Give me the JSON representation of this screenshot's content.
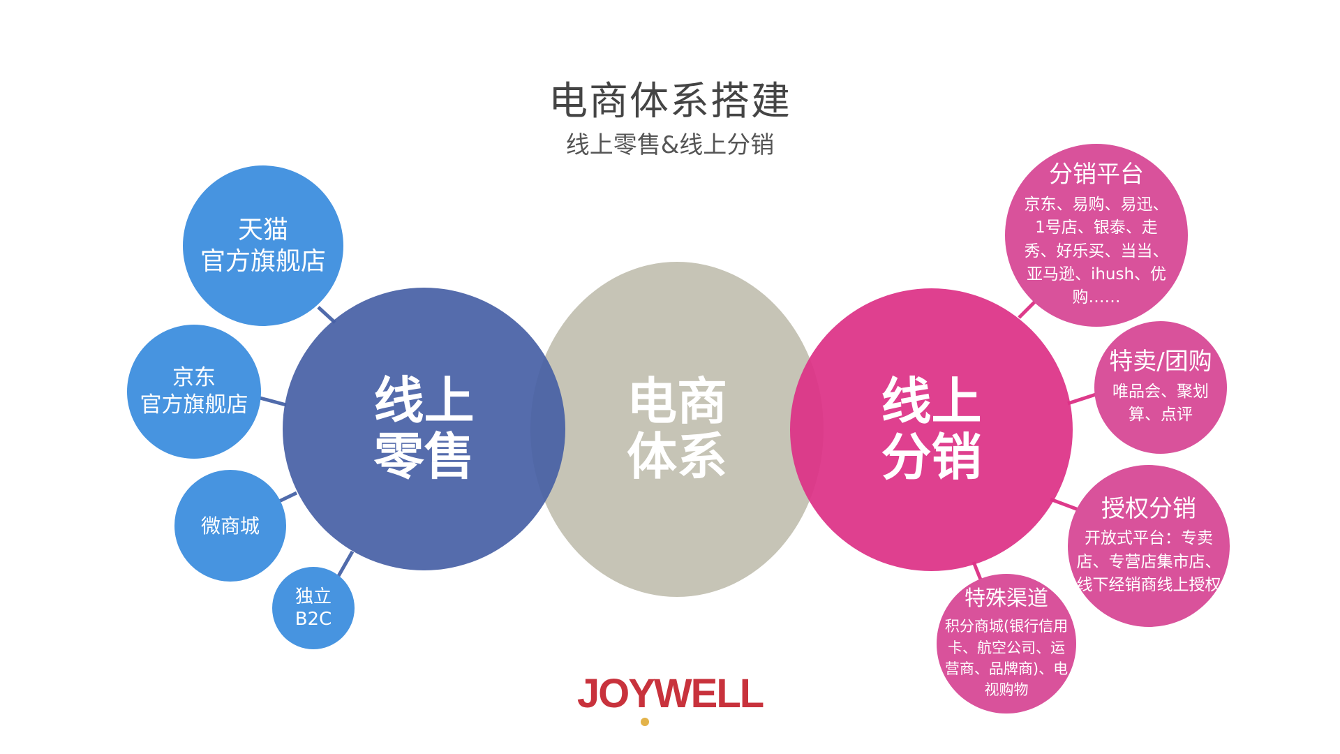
{
  "title": "电商体系搭建",
  "subtitle": "线上零售&线上分销",
  "center": {
    "line1": "电商",
    "line2": "体系"
  },
  "left_hub": {
    "line1": "线上",
    "line2": "零售"
  },
  "right_hub": {
    "line1": "线上",
    "line2": "分销"
  },
  "left_items": [
    {
      "line1": "天猫",
      "line2": "官方旗舰店"
    },
    {
      "line1": "京东",
      "line2": "官方旗舰店"
    },
    {
      "line1": "微商城",
      "line2": ""
    },
    {
      "line1": "独立",
      "line2": "B2C"
    }
  ],
  "right_items": [
    {
      "title": "分销平台",
      "body": "京东、易购、易迅、1号店、银泰、走秀、好乐买、当当、亚马逊、ihush、优购……"
    },
    {
      "title": "特卖/团购",
      "body": "唯品会、聚划算、点评"
    },
    {
      "title": "授权分销",
      "body": "开放式平台：专卖店、专营店集市店、线下经销商线上授权"
    },
    {
      "title": "特殊渠道",
      "body": "积分商城(银行信用卡、航空公司、运营商、品牌商)、电视购物"
    }
  ],
  "logo": "JOYWELL",
  "colors": {
    "left": "#506bab",
    "left_items": "#4794e0",
    "center": "#c6c4b6",
    "right": "#dd3a8a",
    "right_items": "#d9529b"
  }
}
